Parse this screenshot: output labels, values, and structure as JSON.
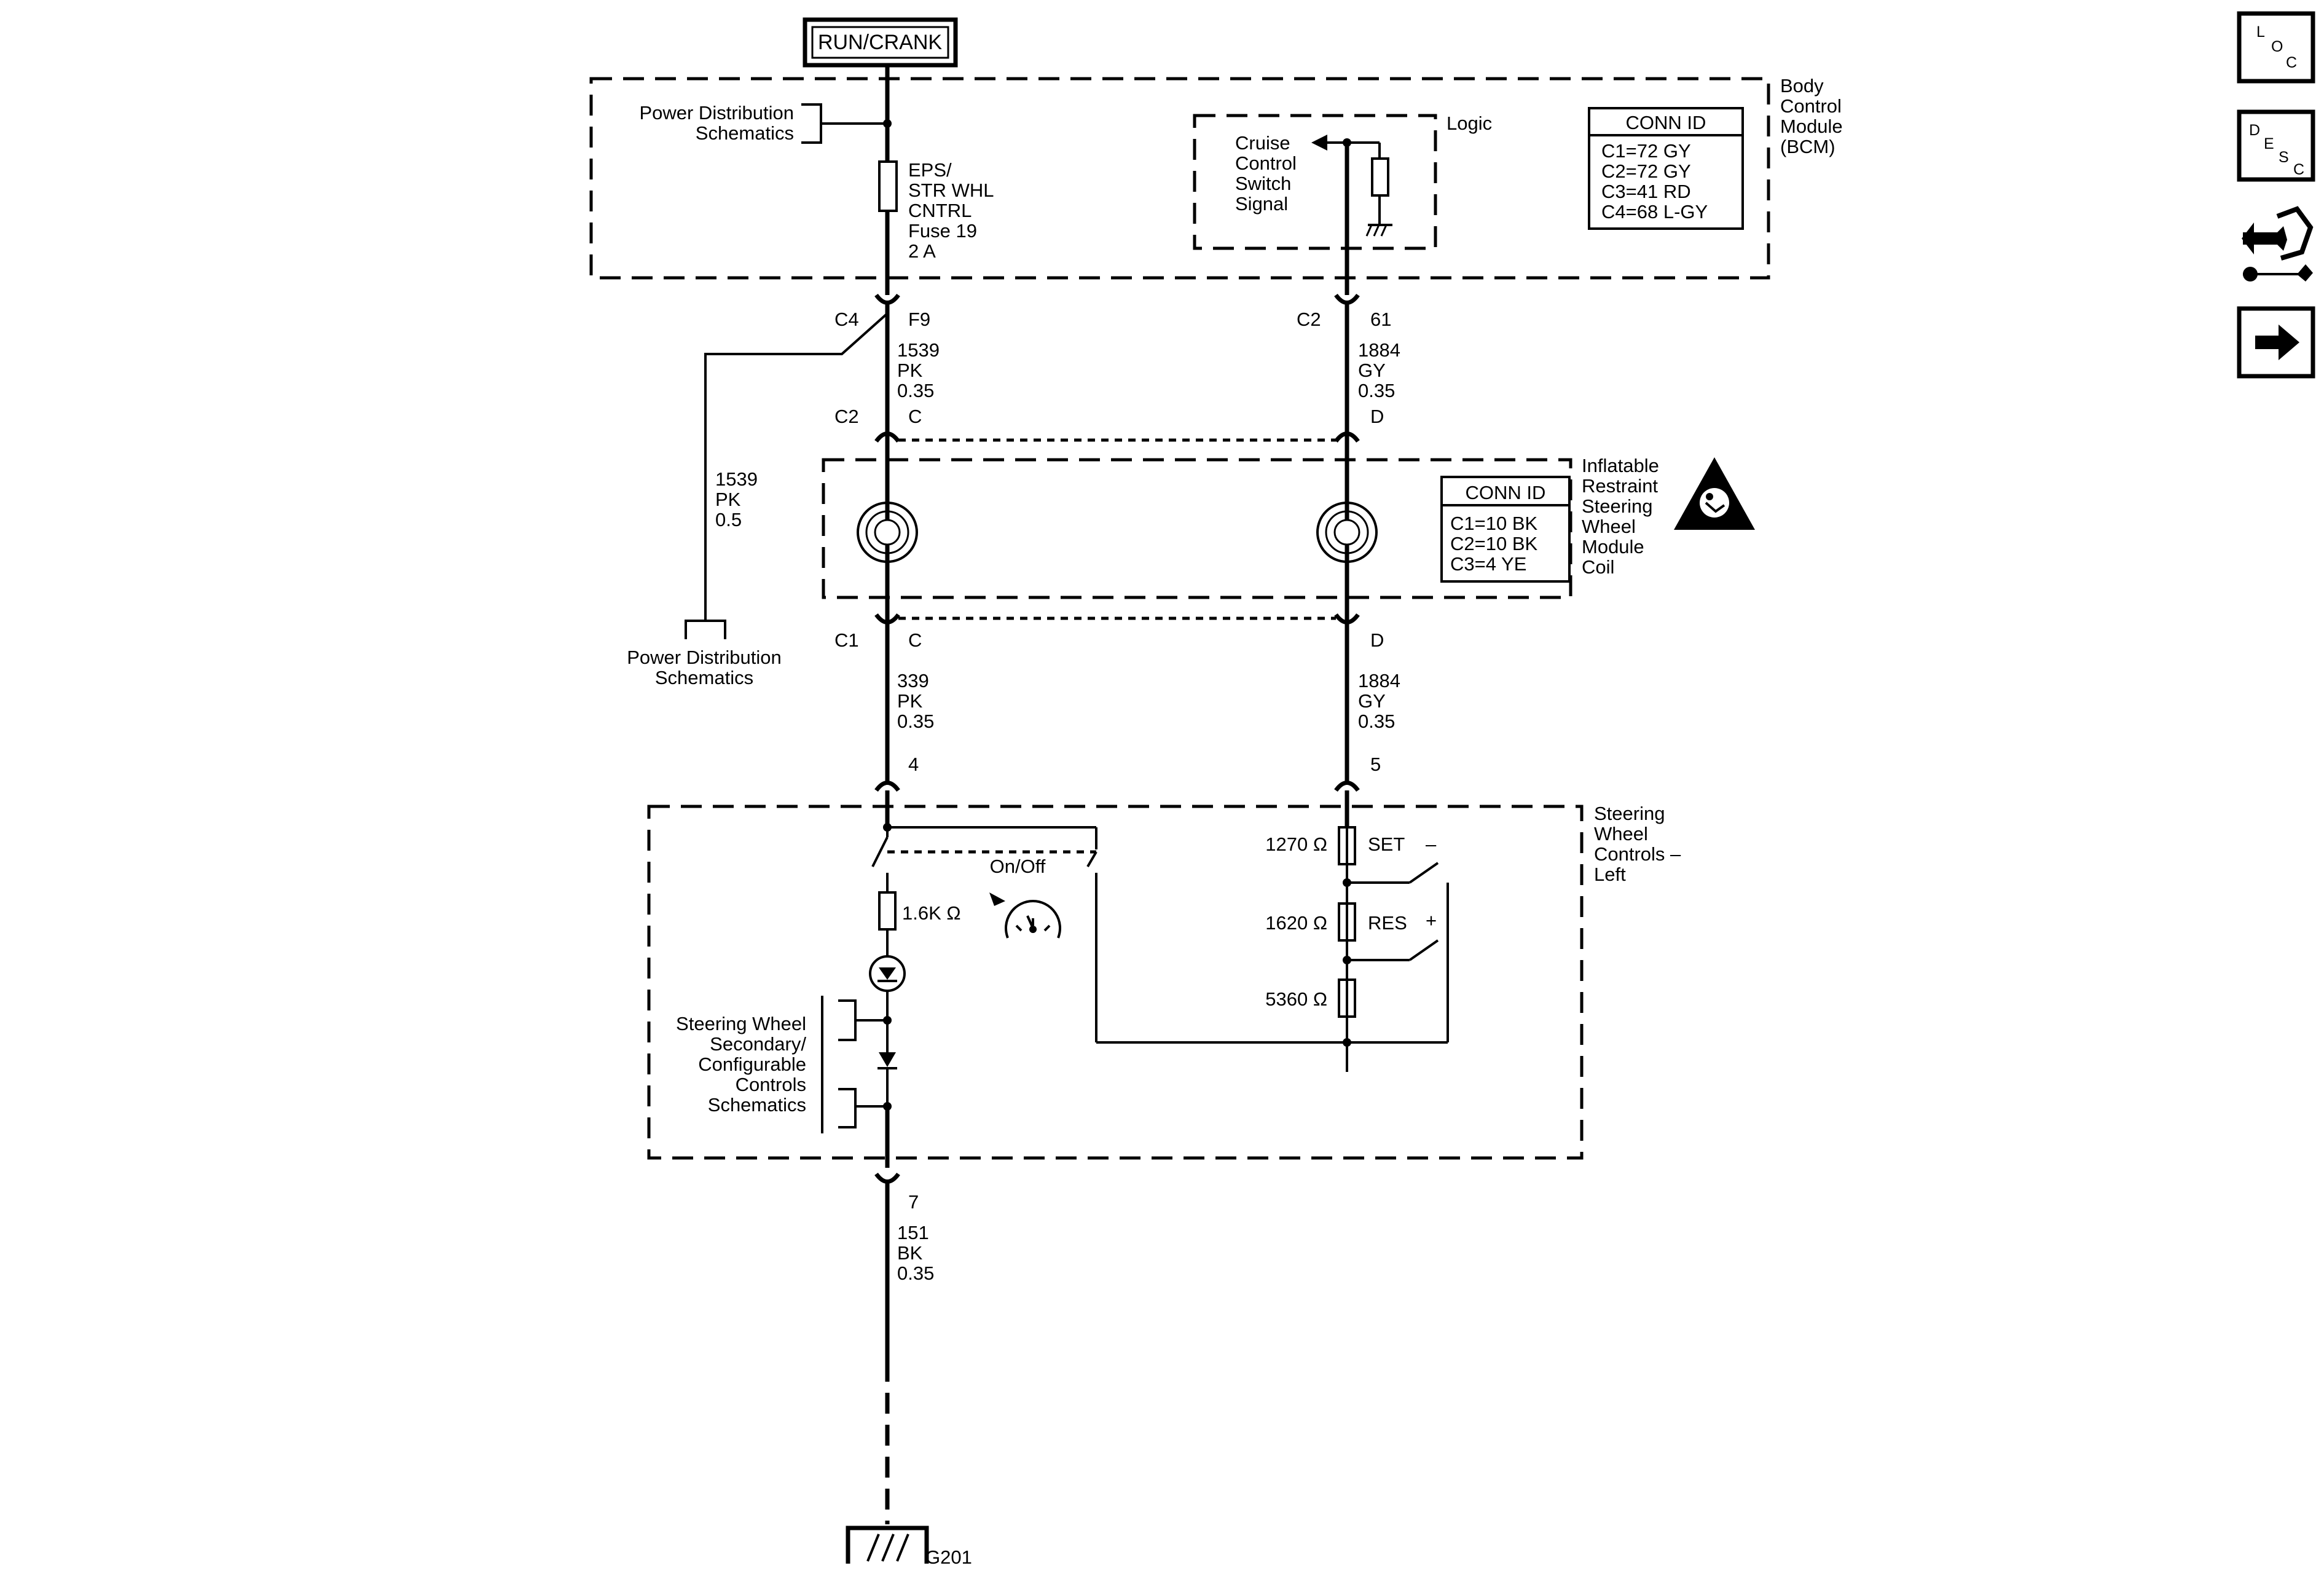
{
  "source": "RUN/CRANK",
  "bcm": {
    "label": [
      "Body",
      "Control",
      "Module",
      "(BCM)"
    ],
    "power_dist": [
      "Power Distribution",
      "Schematics"
    ],
    "fuse": [
      "EPS/",
      "STR WHL",
      "CNTRL",
      "Fuse 19",
      "2 A"
    ],
    "logic": "Logic",
    "cruise": [
      "Cruise",
      "Control",
      "Switch",
      "Signal"
    ],
    "conn_title": "CONN ID",
    "conn": [
      "C1=72 GY",
      "C2=72 GY",
      "C3=41 RD",
      "C4=68 L-GY"
    ]
  },
  "connectors": {
    "c4": "C4",
    "f9": "F9",
    "c2_top": "C2",
    "p61": "61",
    "c2_mid": "C2",
    "c_mid": "C",
    "d_mid": "D",
    "c1": "C1",
    "c_low": "C",
    "d_low": "D",
    "p4": "4",
    "p5": "5",
    "p7": "7"
  },
  "wires": {
    "w1539": [
      "1539",
      "PK",
      "0.35"
    ],
    "w1884_top": [
      "1884",
      "GY",
      "0.35"
    ],
    "w1539_branch": [
      "1539",
      "PK",
      "0.5"
    ],
    "w339": [
      "339",
      "PK",
      "0.35"
    ],
    "w1884_low": [
      "1884",
      "GY",
      "0.35"
    ],
    "w151": [
      "151",
      "BK",
      "0.35"
    ]
  },
  "coil": {
    "label": [
      "Inflatable",
      "Restraint",
      "Steering",
      "Wheel",
      "Module",
      "Coil"
    ],
    "conn_title": "CONN ID",
    "conn": [
      "C1=10 BK",
      "C2=10 BK",
      "C3=4 YE"
    ]
  },
  "power_dist_lower": [
    "Power Distribution",
    "Schematics"
  ],
  "swc": {
    "label": [
      "Steering",
      "Wheel",
      "Controls –",
      "Left"
    ],
    "on_off": "On/Off",
    "r_left": "1.6K Ω",
    "r1": "1270 Ω",
    "r2": "1620 Ω",
    "r3": "5360 Ω",
    "set": "SET",
    "minus": "–",
    "res": "RES",
    "plus": "+",
    "secondary": [
      "Steering Wheel",
      "Secondary/",
      "Configurable",
      "Controls",
      "Schematics"
    ]
  },
  "ground": "G201",
  "sidebar": {
    "loc": [
      "L",
      "O",
      "C"
    ],
    "desc": [
      "D",
      "E",
      "S",
      "C"
    ],
    "connector_icon": "connector-repair-icon",
    "next_icon": "arrow-right-icon"
  }
}
